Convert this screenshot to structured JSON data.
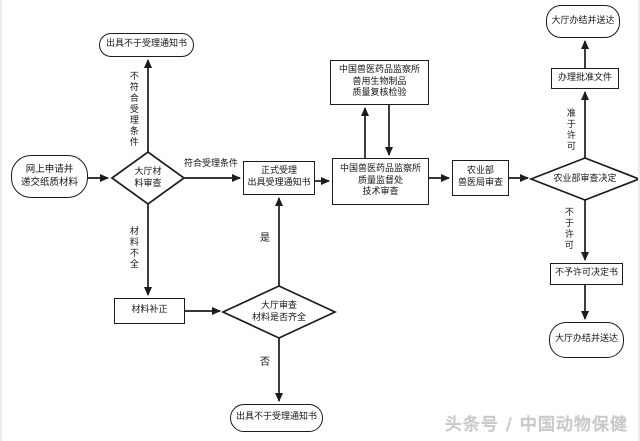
{
  "flowchart": {
    "nodes": {
      "start": {
        "label": "网上申请并\n递交纸质材料"
      },
      "hall_material_review": {
        "label": "大厅材\n料审查"
      },
      "reject_notice_top": {
        "label": "出具不于受理通知书"
      },
      "formal_accept": {
        "label": "正式受理\n出具受理通知书"
      },
      "inspection_institute": {
        "label": "中国兽医药品监察所\n兽用生物制品\n质量复核检验"
      },
      "tech_review": {
        "label": "中国兽医药品监察所\n质量监督处\n技术审查"
      },
      "vet_bureau_review": {
        "label": "农业部\n兽医局审查"
      },
      "moa_decision": {
        "label": "农业部审查决定"
      },
      "approval_document": {
        "label": "办理批准文件"
      },
      "deliver_top": {
        "label": "大厅办结并送达"
      },
      "denial_decision": {
        "label": "不予许可决定书"
      },
      "deliver_bottom": {
        "label": "大厅办结并送达"
      },
      "material_correction": {
        "label": "材料补正"
      },
      "material_check": {
        "label": "大厅审查\n材料是否齐全"
      },
      "reject_notice_bottom": {
        "label": "出具不于受理通知书"
      }
    },
    "edge_labels": {
      "not_meet_conditions": "不符合受理条件",
      "meet_conditions": "符合受理条件",
      "material_incomplete": "材料不全",
      "yes": "是",
      "no": "否",
      "grant_permit": "准于许可",
      "deny_permit": "不于许可"
    }
  },
  "watermark": "头条号 / 中国动物保健",
  "colors": {
    "line": "#1c1c1c",
    "background": "#ffffff",
    "watermark": "#c9c9c9"
  }
}
